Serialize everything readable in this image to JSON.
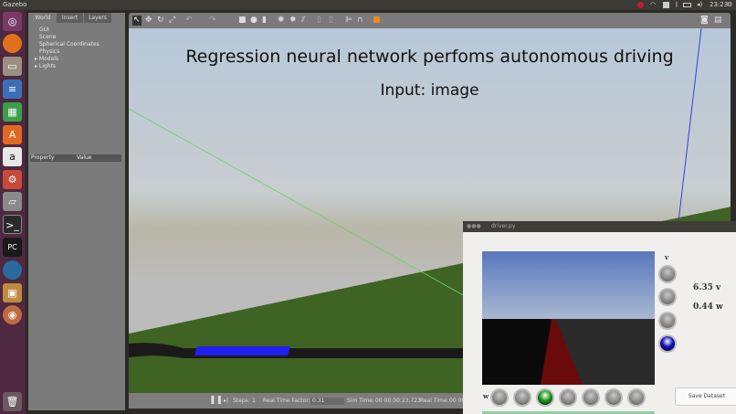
{
  "topbar": {
    "app_title": "Gazebo",
    "clock": "23:23",
    "icons": [
      "record-icon",
      "wifi-icon",
      "keyboard-icon",
      "bluetooth-icon",
      "battery-icon",
      "volume-icon",
      "gear-icon"
    ]
  },
  "launcher": {
    "items": [
      "ubuntu-dash-icon",
      "firefox-icon",
      "files-icon",
      "writer-icon",
      "calc-icon",
      "software-center-icon",
      "amazon-icon",
      "settings-icon",
      "drive-icon",
      "terminal-icon",
      "pycharm-icon",
      "browser-icon",
      "gazebo-icon",
      "disk-icon",
      "trash-icon"
    ]
  },
  "left_panel": {
    "tabs": [
      "World",
      "Insert",
      "Layers"
    ],
    "tree": [
      "GUI",
      "Scene",
      "Spherical Coordinates",
      "Physics",
      "Models",
      "Lights"
    ],
    "property_header": "Property",
    "value_header": "Value"
  },
  "overlay": {
    "title": "Regression neural network perfoms autonomous driving",
    "subtitle": "Input: image"
  },
  "bottom": {
    "steps_label": "Steps:",
    "steps_value": "1",
    "rtf_label": "Real Time Factor:",
    "rtf_value": "0.31",
    "sim_label": "Sim Time:",
    "sim_value": "00 00:00:23.723",
    "real_label": "Real Time:",
    "real_value": "00 00"
  },
  "driver": {
    "title": "driver.py",
    "v_label": "v",
    "w_label": "w",
    "v_value": "6.35 v",
    "w_value": "0.44 w",
    "save_label": "Save Dataset",
    "v_selected_index": 3,
    "w_selected_index": 2,
    "v_active_color": "#1010c0",
    "w_active_color": "#1a9a1a"
  }
}
